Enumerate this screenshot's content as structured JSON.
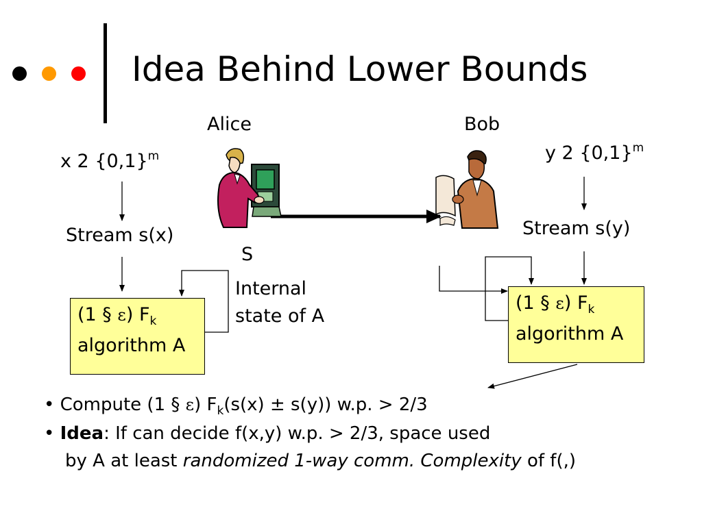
{
  "title": "Idea Behind Lower Bounds",
  "decor": {
    "dot_colors": [
      "#000000",
      "#ff9900",
      "#ff0000"
    ]
  },
  "alice": {
    "name": "Alice",
    "input_prefix": "x 2 {0,1}",
    "input_sup": "m",
    "stream": "Stream s(x)",
    "box_line1_pre": "(1 § ",
    "box_line1_eps": "ε",
    "box_line1_post": ") F",
    "box_line1_sub": "k",
    "box_line2": "algorithm A"
  },
  "bob": {
    "name": "Bob",
    "input_prefix": "y 2 {0,1}",
    "input_sup": "m",
    "stream": "Stream s(y)",
    "box_line1_pre": "(1 § ",
    "box_line1_eps": "ε",
    "box_line1_post": ") F",
    "box_line1_sub": "k",
    "box_line2": "algorithm A"
  },
  "message": "S",
  "internal_state": {
    "line1": "Internal",
    "line2": "state of A"
  },
  "bullets": {
    "b1_pre": "Compute (1 § ",
    "b1_eps": "ε",
    "b1_mid": ") F",
    "b1_sub": "k",
    "b1_post": "(s(x) ± s(y)) w.p. > 2/3",
    "b2_bold": "Idea",
    "b2_rest": ": If can decide f(x,y) w.p. > 2/3, space used",
    "b3_pre": "by A at least ",
    "b3_italic": "randomized 1-way comm. Complexity",
    "b3_post": " of f(,)"
  }
}
